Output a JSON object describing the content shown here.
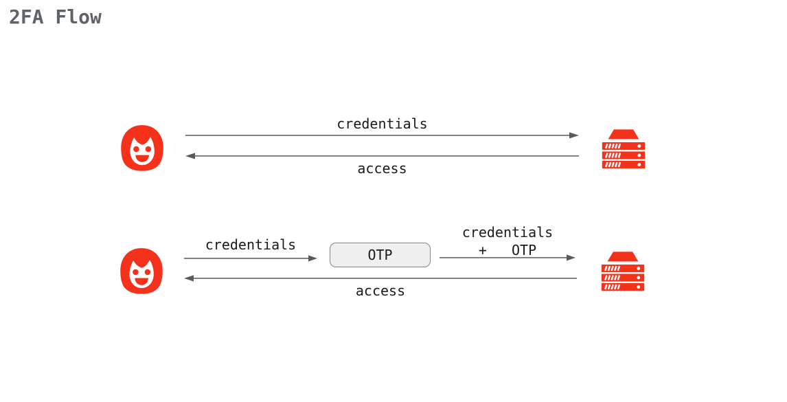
{
  "title": "2FA Flow",
  "colors": {
    "icon_red": "#F4321C",
    "arrow_gray": "#58595B",
    "text_dark": "#1A1A1A",
    "title_gray": "#5F6368",
    "otp_fill": "#EFEFEF",
    "otp_border": "#858585"
  },
  "icons": {
    "left_actor": "user-face-icon",
    "right_actor": "server-stack-icon"
  },
  "flow1": {
    "request_label": "credentials",
    "response_label": "access"
  },
  "flow2": {
    "request_label": "credentials",
    "otp_box_label": "OTP",
    "combined_label_line1": "credentials",
    "combined_label_line2": "+   OTP",
    "response_label": "access"
  }
}
